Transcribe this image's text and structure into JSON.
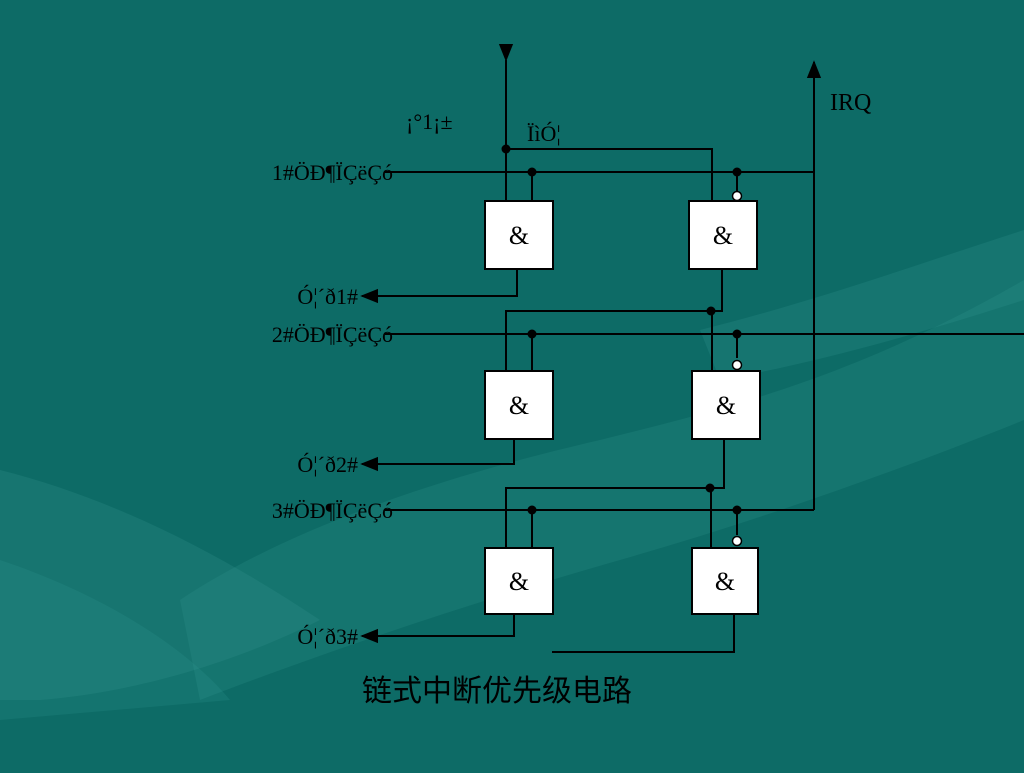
{
  "slide": {
    "background_color": "#0d6b66",
    "caption": "链式中断优先级电路"
  },
  "labels": {
    "top_input": "¡°1¡±",
    "chain": "ÏìÓ¦",
    "irq": "IRQ",
    "req1": "1#ÖÐ¶ÏÇëÇó",
    "req2": "2#ÖÐ¶ÏÇëÇó",
    "req3": "3#ÖÐ¶ÏÇëÇó",
    "ack1": "Ó¦´ð1#",
    "ack2": "Ó¦´ð2#",
    "ack3": "Ó¦´ð3#"
  },
  "gates": {
    "symbol": "&"
  }
}
